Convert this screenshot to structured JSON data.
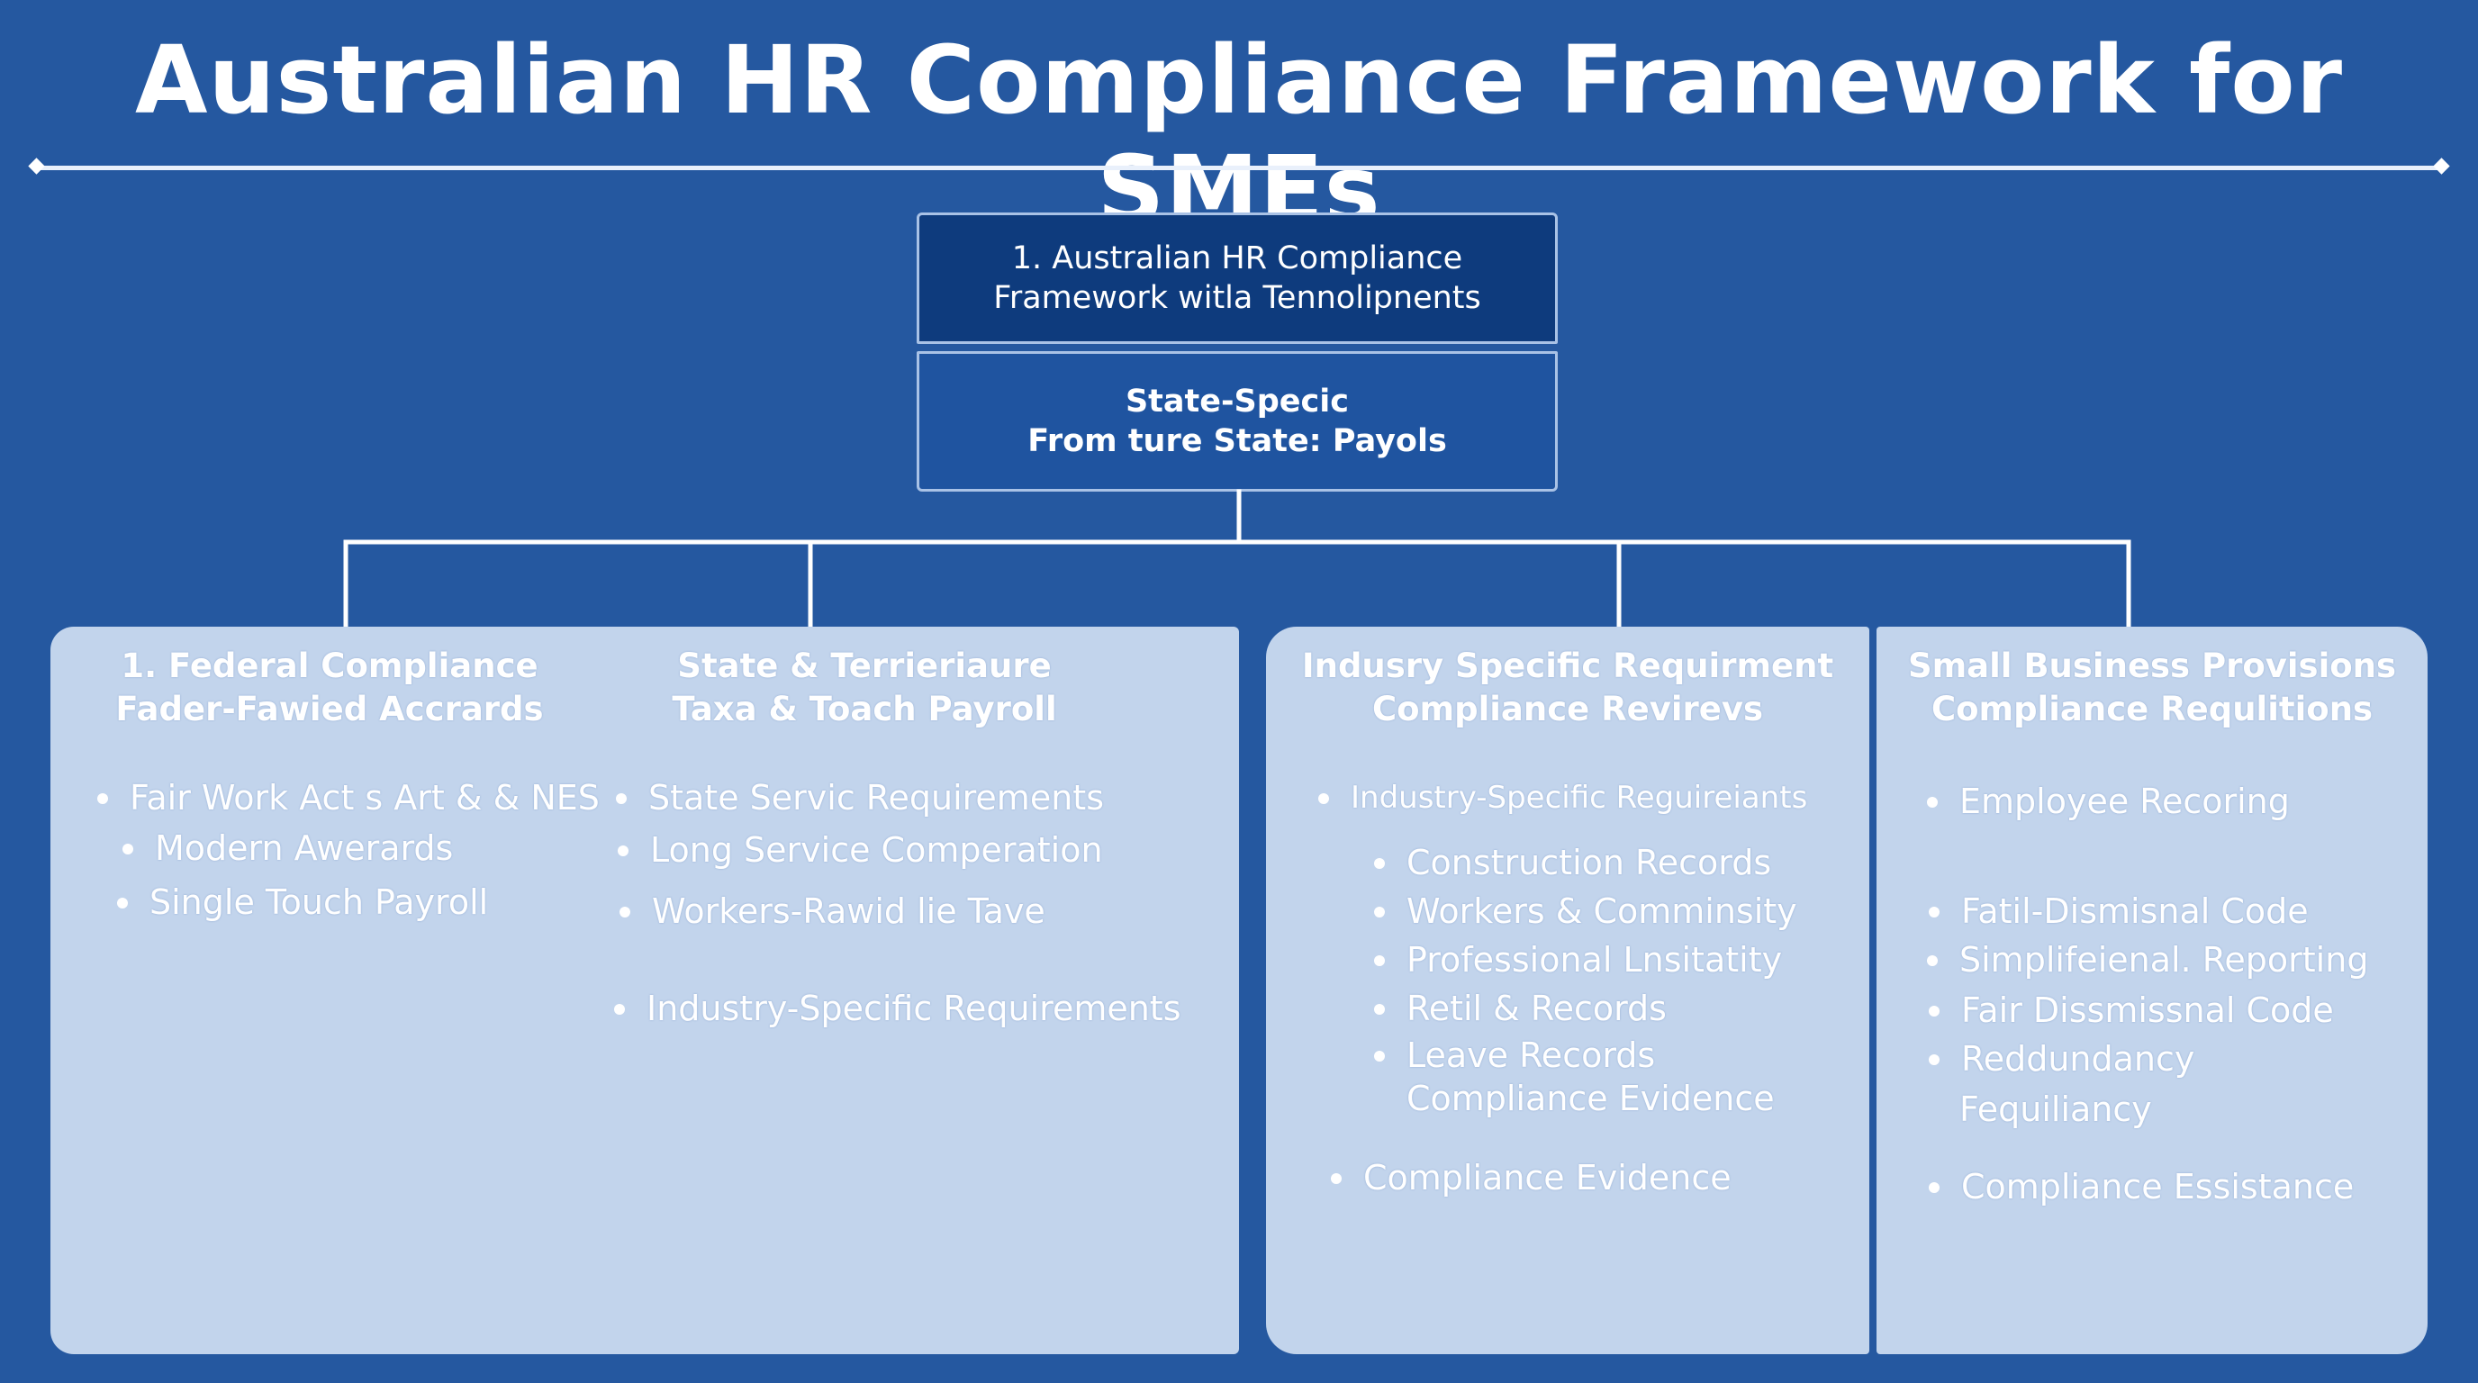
{
  "title": "Australian HR Compliance Framework for SMEs",
  "root": {
    "line1": "1. Australian HR Compliance",
    "line2": "Framework witla Tennolipnents"
  },
  "sub_root": {
    "line1": "State-Specic",
    "line2": "From ture State: Payols"
  },
  "columns": [
    {
      "heading": [
        "1. Federal Compliance",
        "Fader-Fawied Accrards"
      ],
      "items": [
        "Fair Work Act s Art & & NES",
        "Modern Awerards",
        "Single Touch Payroll"
      ]
    },
    {
      "heading": [
        "State & Terrieriaure",
        "Taxa & Toach Payroll"
      ],
      "items": [
        "State Servic Requirements",
        "Long Service Comperation",
        "Workers-Rawid lie Tave",
        "Industry-Specific Requirements"
      ]
    },
    {
      "heading": [
        "Indusry Specific Requirment",
        "Compliance Revirevs"
      ],
      "items": [
        "Industry-Specific Reguireiants",
        "Construction Records",
        "Workers & Comminsity",
        "Professional Lnsitatity",
        "Retil & Records",
        "Leave Records",
        "Compliance Evidence",
        "Compliance Evidence"
      ]
    },
    {
      "heading": [
        "Small Business Provisions",
        "Compliance Requlitions"
      ],
      "items": [
        "Employee Recoring",
        "Fatil-Dismisnal Code",
        "Simplifeienal. Reporting",
        "Fair Dissmissnal Code",
        "Reddundancy",
        "Fequiliancy",
        "Compliance Essistance"
      ]
    }
  ]
}
